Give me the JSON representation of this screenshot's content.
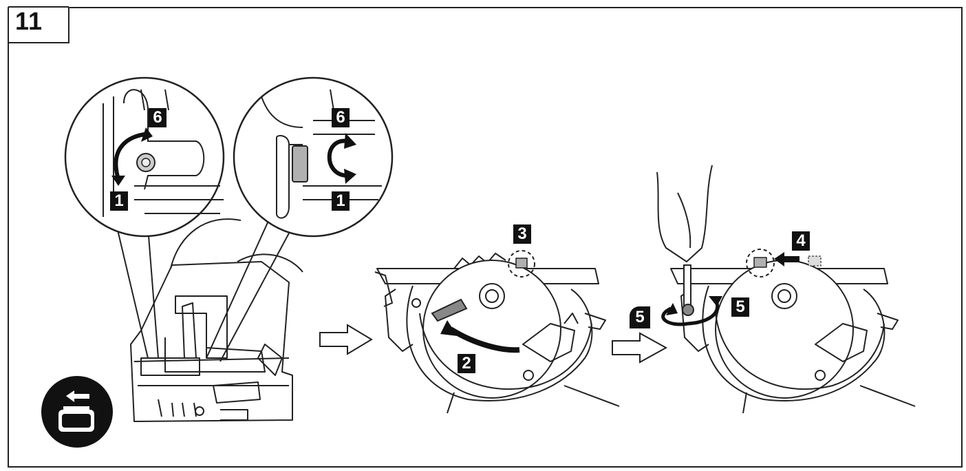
{
  "figure": {
    "number": "11"
  },
  "steps": {
    "detail_left_top": "6",
    "detail_left_bottom": "1",
    "detail_right_top": "6",
    "detail_right_bottom": "1",
    "step2": "2",
    "step3": "3",
    "step4": "4",
    "step5_left": "5",
    "step5_right": "5"
  },
  "icons": [
    "battery-remove-icon",
    "right-arrow-icon",
    "curved-arrow-icon",
    "rotate-arrow-icon"
  ],
  "colors": {
    "ink": "#111111",
    "paper": "#ffffff",
    "gray": "#b0b0b0"
  }
}
